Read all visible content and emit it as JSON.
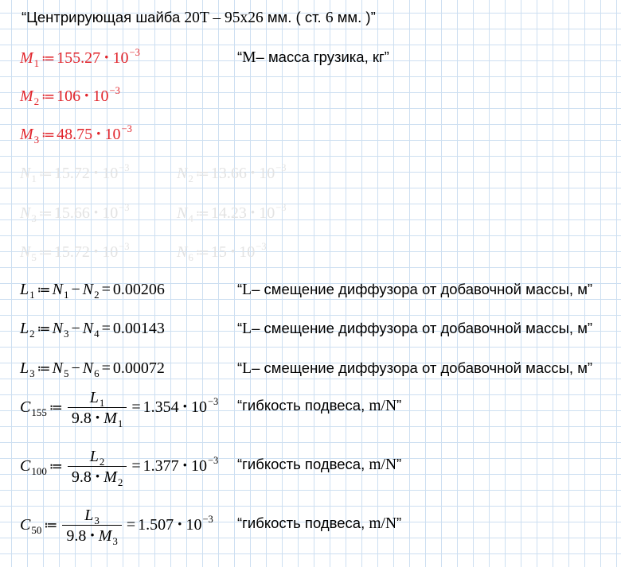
{
  "colors": {
    "background": "#ffffff",
    "grid": "#cddff1",
    "ink": "#000000",
    "highlight": "#e1252c",
    "disabled": "#e3e3e3"
  },
  "header": {
    "segments": [
      "“Центрирующая шайба ",
      "20T – 95x26",
      " мм. ( ст. ",
      "6",
      " мм. )”"
    ]
  },
  "masses": [
    {
      "name": "M",
      "sub": "1",
      "assign": "≔",
      "mantissa": "155.27",
      "times": "·",
      "base": "10",
      "exp": "−3",
      "comment": [
        "“",
        "M",
        "– масса грузика, кг”"
      ]
    },
    {
      "name": "M",
      "sub": "2",
      "assign": "≔",
      "mantissa": "106",
      "times": "·",
      "base": "10",
      "exp": "−3"
    },
    {
      "name": "M",
      "sub": "3",
      "assign": "≔",
      "mantissa": "48.75",
      "times": "·",
      "base": "10",
      "exp": "−3"
    }
  ],
  "readings": [
    {
      "name": "N",
      "sub": "1",
      "assign": "≔",
      "mantissa": "15.72",
      "times": "·",
      "base": "10",
      "exp": "−3"
    },
    {
      "name": "N",
      "sub": "2",
      "assign": "≔",
      "mantissa": "13.66",
      "times": "·",
      "base": "10",
      "exp": "−3"
    },
    {
      "name": "N",
      "sub": "3",
      "assign": "≔",
      "mantissa": "15.66",
      "times": "·",
      "base": "10",
      "exp": "−3"
    },
    {
      "name": "N",
      "sub": "4",
      "assign": "≔",
      "mantissa": "14.23",
      "times": "·",
      "base": "10",
      "exp": "−3"
    },
    {
      "name": "N",
      "sub": "5",
      "assign": "≔",
      "mantissa": "15.72",
      "times": "·",
      "base": "10",
      "exp": "−3"
    },
    {
      "name": "N",
      "sub": "6",
      "assign": "≔",
      "mantissa": "15",
      "times": "·",
      "base": "10",
      "exp": "−3"
    }
  ],
  "displacements": [
    {
      "name": "L",
      "sub": "1",
      "assign": "≔",
      "a_name": "N",
      "a_sub": "1",
      "minus": "−",
      "b_name": "N",
      "b_sub": "2",
      "equals": "=",
      "result": "0.00206",
      "comment": [
        "“",
        "L",
        "– смещение диффузора от добавочной массы, м”"
      ]
    },
    {
      "name": "L",
      "sub": "2",
      "assign": "≔",
      "a_name": "N",
      "a_sub": "3",
      "minus": "−",
      "b_name": "N",
      "b_sub": "4",
      "equals": "=",
      "result": "0.00143",
      "comment": [
        "“",
        "L",
        "– смещение диффузора от добавочной массы, м”"
      ]
    },
    {
      "name": "L",
      "sub": "3",
      "assign": "≔",
      "a_name": "N",
      "a_sub": "5",
      "minus": "−",
      "b_name": "N",
      "b_sub": "6",
      "equals": "=",
      "result": "0.00072",
      "comment": [
        "“",
        "L",
        "– смещение диффузора от добавочной массы, м”"
      ]
    }
  ],
  "compliances": [
    {
      "name": "C",
      "sub": "155",
      "assign": "≔",
      "num_name": "L",
      "num_sub": "1",
      "den_coef": "9.8",
      "den_times": "·",
      "den_name": "M",
      "den_sub": "1",
      "equals": "=",
      "mantissa": "1.354",
      "times": "·",
      "base": "10",
      "exp": "−3",
      "comment": [
        "“гибкость подвеса, ",
        "m/N",
        "”"
      ]
    },
    {
      "name": "C",
      "sub": "100",
      "assign": "≔",
      "num_name": "L",
      "num_sub": "2",
      "den_coef": "9.8",
      "den_times": "·",
      "den_name": "M",
      "den_sub": "2",
      "equals": "=",
      "mantissa": "1.377",
      "times": "·",
      "base": "10",
      "exp": "−3",
      "comment": [
        "“гибкость подвеса, ",
        "m/N",
        "”"
      ]
    },
    {
      "name": "C",
      "sub": "50",
      "assign": "≔",
      "num_name": "L",
      "num_sub": "3",
      "den_coef": "9.8",
      "den_times": "·",
      "den_name": "M",
      "den_sub": "3",
      "equals": "=",
      "mantissa": "1.507",
      "times": "·",
      "base": "10",
      "exp": "−3",
      "comment": [
        "“гибкость подвеса, ",
        "m/N",
        "”"
      ]
    }
  ]
}
